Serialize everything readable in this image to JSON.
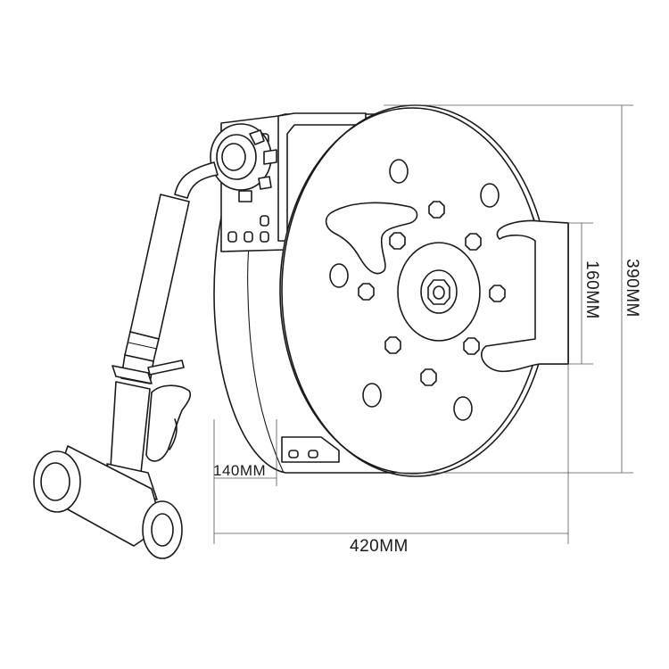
{
  "dimensions": {
    "total_width": "420MM",
    "total_height": "390MM",
    "mount_height": "160MM",
    "depth": "140MM"
  },
  "colors": {
    "line": "#1a1a1a",
    "dimension_line": "#555555",
    "background": "#ffffff"
  }
}
